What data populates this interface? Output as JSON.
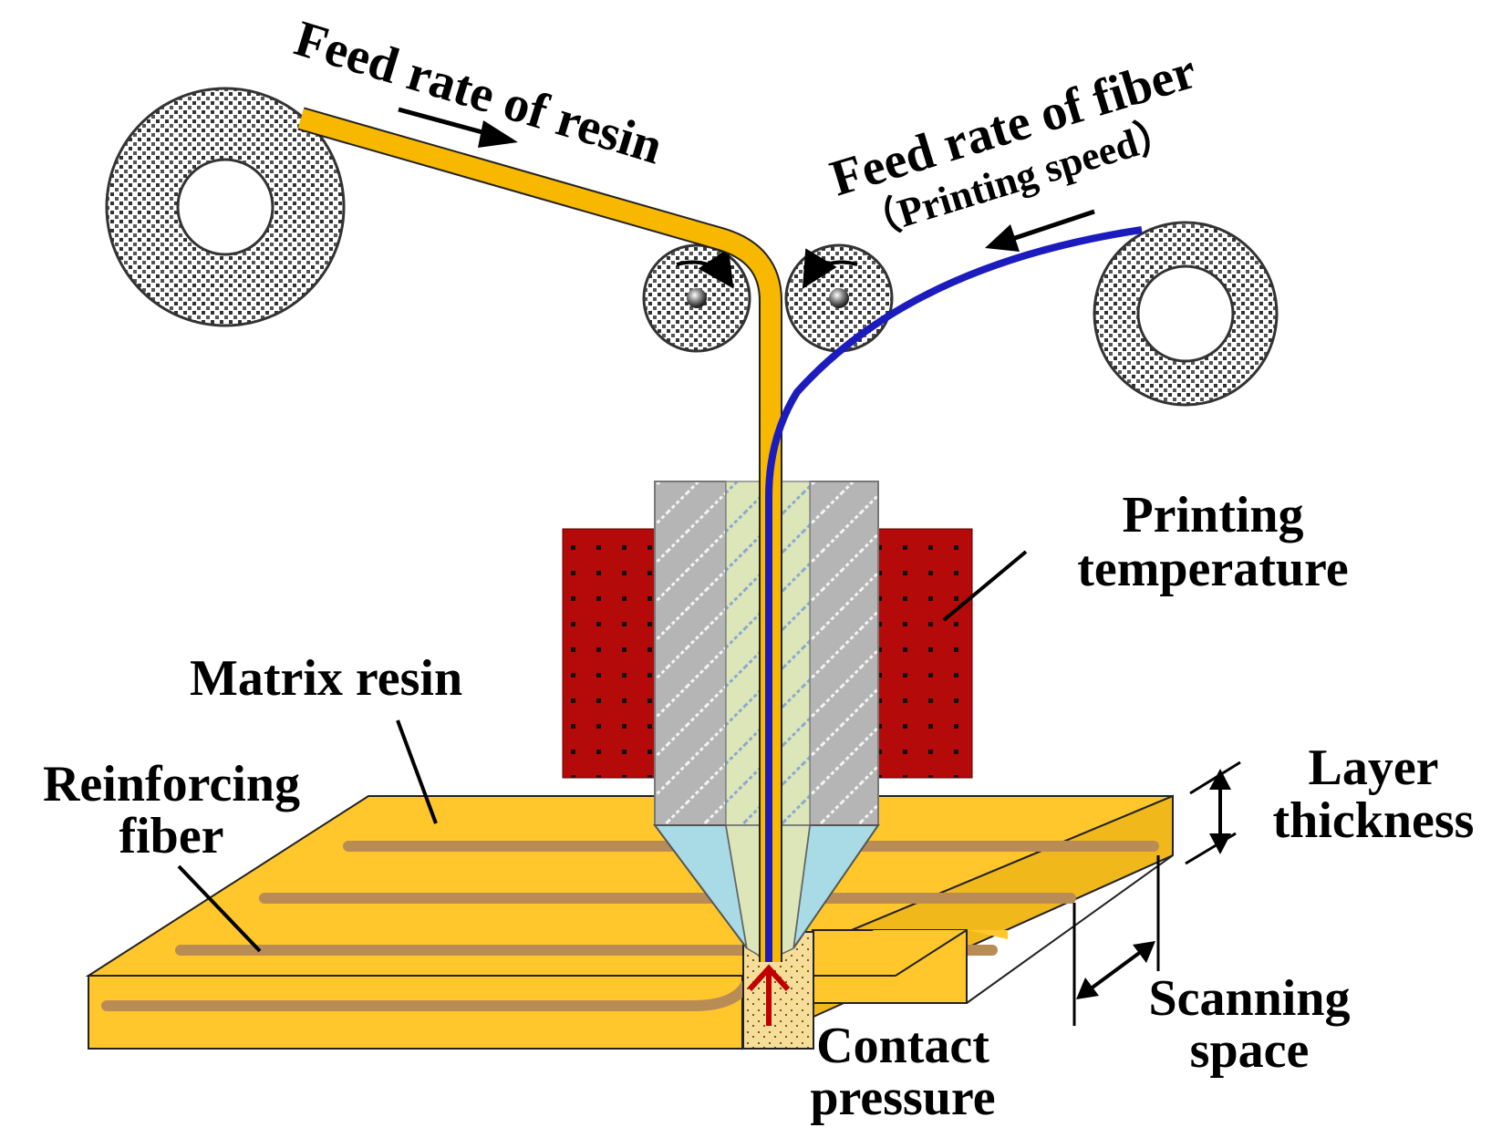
{
  "labels": {
    "feed_rate_resin": "Feed rate of resin",
    "feed_rate_fiber": "Feed rate of fiber",
    "printing_speed": "（Printing speed）",
    "printing_temperature_1": "Printing",
    "printing_temperature_2": "temperature",
    "matrix_resin": "Matrix resin",
    "reinforcing_fiber_1": "Reinforcing",
    "reinforcing_fiber_2": "fiber",
    "layer_thickness_1": "Layer",
    "layer_thickness_2": "thickness",
    "scanning_space_1": "Scanning",
    "scanning_space_2": "space",
    "contact_pressure_1": "Contact",
    "contact_pressure_2": "pressure"
  },
  "colors": {
    "resin": "#f8b800",
    "plate": "#ffc72c",
    "fiber": "#1c1cbe",
    "fiber_in_plate": "#b98c55",
    "heater": "#b40a0a",
    "nozzle_body": "#b5b5b5",
    "nozzle_inner": "#dde6b9",
    "nozzle_tip": "#a9dbe6",
    "contact_arrow": "#c00000"
  }
}
